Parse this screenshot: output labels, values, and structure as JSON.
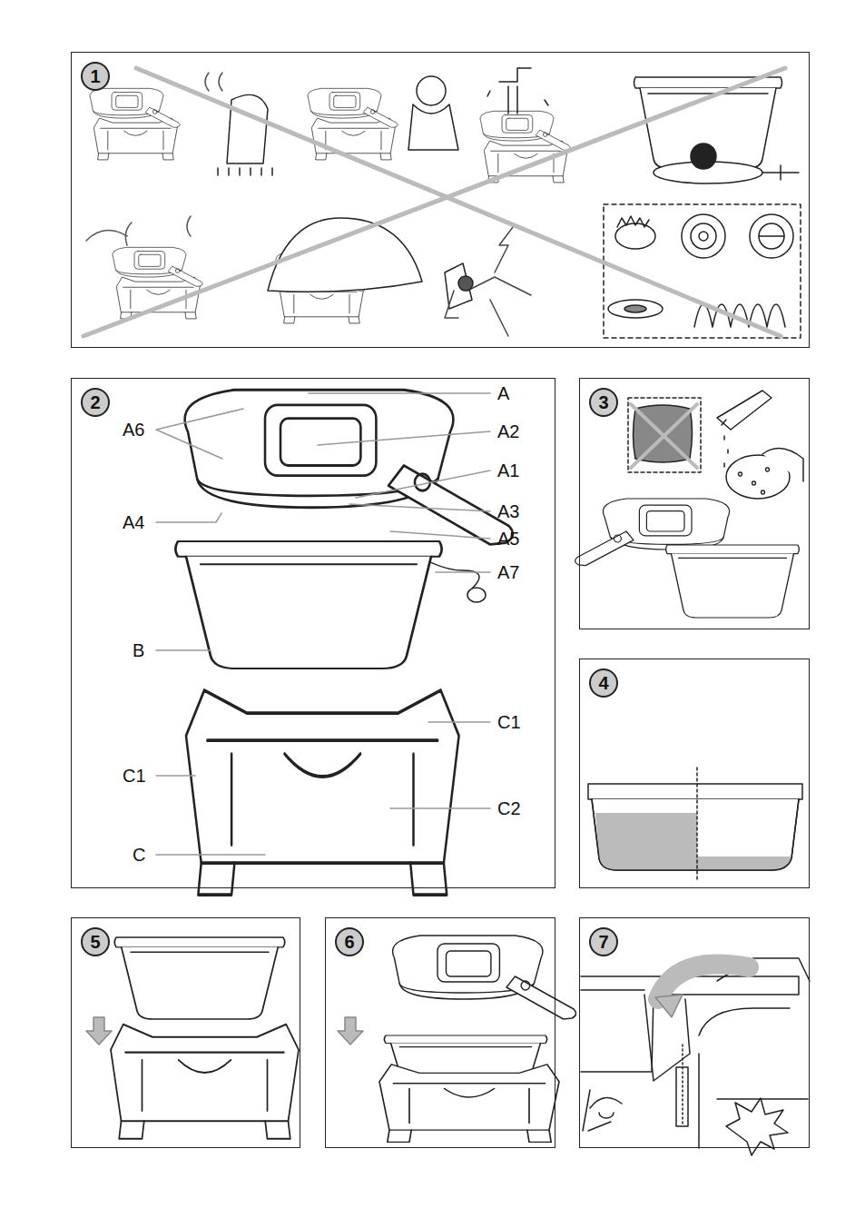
{
  "diagram": {
    "nodes": [
      {
        "text": [
          "1"
        ]
      },
      {
        "text": [
          "2"
        ]
      },
      {
        "text": [
          "3"
        ]
      },
      {
        "text": [
          "4"
        ]
      },
      {
        "text": [
          "5"
        ]
      },
      {
        "text": [
          "6"
        ]
      },
      {
        "text": [
          "7"
        ]
      }
    ],
    "labels": [
      "A",
      "A6",
      "A2",
      "A1",
      "A4",
      "A3",
      "A5",
      "A7",
      "B",
      "C1",
      "C1",
      "C2",
      "C"
    ]
  }
}
